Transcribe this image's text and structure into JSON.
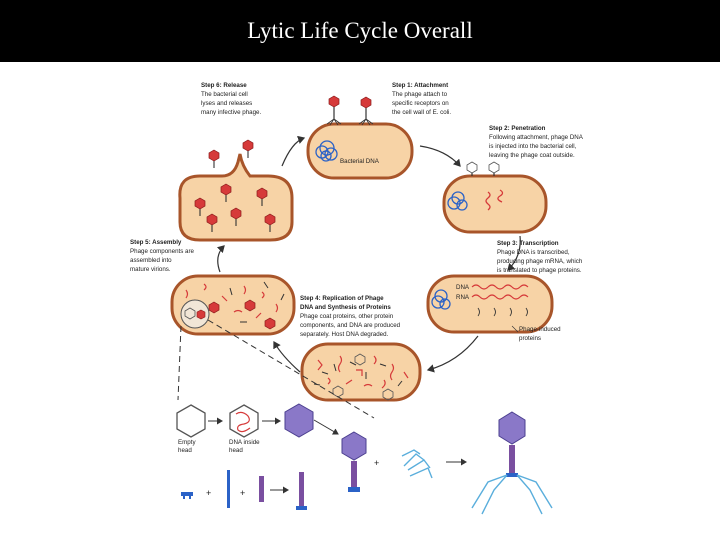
{
  "title": "Lytic Life Cycle Overall",
  "colors": {
    "cell_fill": "#f7d3a6",
    "cell_stroke": "#a8552a",
    "phage_head": "#8a78c8",
    "phage_red": "#d63a3a",
    "dna_blue": "#2b62c7",
    "arrow": "#333333"
  },
  "steps": {
    "step6": {
      "heading": "Step 6: Release",
      "lines": [
        "The bacterial cell",
        "lyses and releases",
        "many infective phage."
      ]
    },
    "step1": {
      "heading": "Step 1: Attachment",
      "lines": [
        "The phage attach to",
        "specific receptors on",
        "the cell wall of E. coli."
      ]
    },
    "step2": {
      "heading": "Step 2: Penetration",
      "lines": [
        "Following attachment, phage DNA",
        "is injected into the bacterial cell,",
        "leaving the phage coat outside."
      ]
    },
    "step3": {
      "heading": "Step 3: Transcription",
      "lines": [
        "Phage DNA is transcribed,",
        "producing phage mRNA, which",
        "is translated to phage proteins."
      ]
    },
    "step4": {
      "heading": "Step 4: Replication of Phage",
      "lines": [
        "DNA and Synthesis of Proteins",
        "Phage coat proteins, other protein",
        "components, and DNA are produced",
        "separately. Host DNA degraded."
      ]
    },
    "step5": {
      "heading": "Step 5: Assembly",
      "lines": [
        "Phage components are",
        "assembled into",
        "mature virions."
      ]
    }
  },
  "labels": {
    "bacterial_dna": "Bacterial DNA",
    "dna": "DNA",
    "rna": "RNA",
    "phage_proteins": [
      "Phage-induced",
      "proteins"
    ],
    "empty_head": [
      "Empty",
      "head"
    ],
    "dna_inside_head": [
      "DNA inside",
      "head"
    ],
    "plus": "+"
  }
}
